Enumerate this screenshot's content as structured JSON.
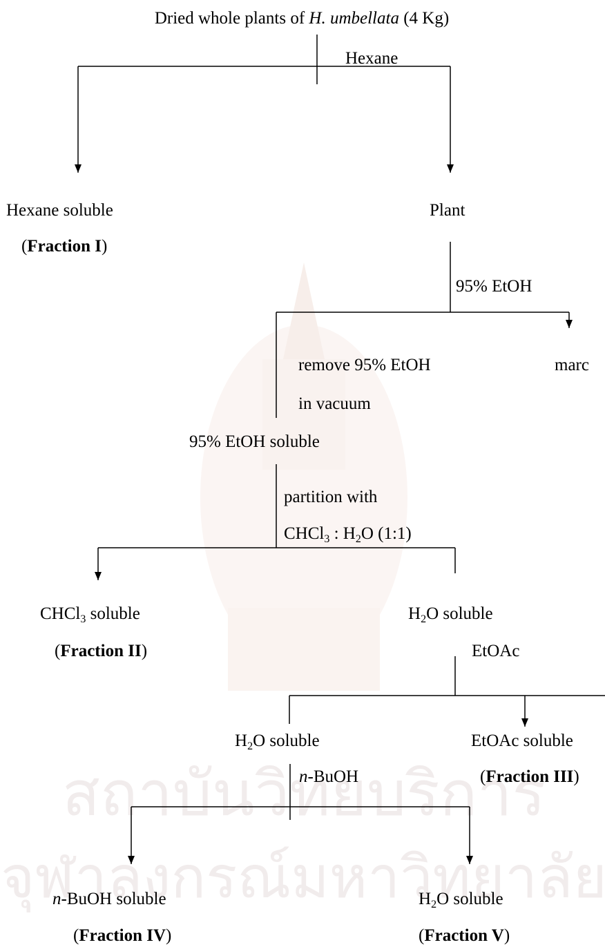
{
  "nodes": {
    "start": {
      "pre": "Dried whole plants of ",
      "italic": "H. umbellata",
      "post": " (4 Kg)"
    },
    "hexane_soluble": "Hexane soluble",
    "fraction_1": {
      "open": "(",
      "name": "Fraction I",
      "close": ")"
    },
    "plant": "Plant",
    "marc": "marc",
    "etoh_soluble": "95% EtOH soluble",
    "chcl3_soluble": {
      "a": "CHCl",
      "sub": "3",
      "b": " soluble"
    },
    "fraction_2": {
      "open": "(",
      "name": "Fraction II",
      "close": ")"
    },
    "h2o_soluble_1": {
      "a": "H",
      "sub": "2",
      "b": "O soluble"
    },
    "h2o_soluble_2": {
      "a": "H",
      "sub": "2",
      "b": "O soluble"
    },
    "etoac_soluble": "EtOAc soluble",
    "fraction_3": {
      "open": "(",
      "name": "Fraction III",
      "close": ")"
    },
    "buoh_soluble": {
      "italic": "n",
      "rest": "-BuOH soluble"
    },
    "fraction_4": {
      "open": "(",
      "name": "Fraction IV",
      "close": ")"
    },
    "h2o_soluble_3": {
      "a": "H",
      "sub": "2",
      "b": "O soluble"
    },
    "fraction_5": {
      "open": "(",
      "name": "Fraction V",
      "close": ")"
    }
  },
  "edges": {
    "hexane": "Hexane",
    "etoh95": "95% EtOH",
    "remove_1": "remove 95% EtOH",
    "remove_2": "in vacuum",
    "partition_1": "partition with",
    "partition_2": {
      "a": "CHCl",
      "sub1": "3",
      "b": " : H",
      "sub2": "2",
      "c": "O (1:1)"
    },
    "etoac": "EtOAc",
    "buoh": {
      "italic": "n",
      "rest": "-BuOH"
    }
  },
  "watermark": {
    "line1": "สถาบันวิทยบริการ",
    "line2": "จุฬาลงกรณ์มหาวิทยาลัย"
  },
  "colors": {
    "line": "#000000",
    "text": "#000000",
    "watermark": "#f3ecec"
  }
}
